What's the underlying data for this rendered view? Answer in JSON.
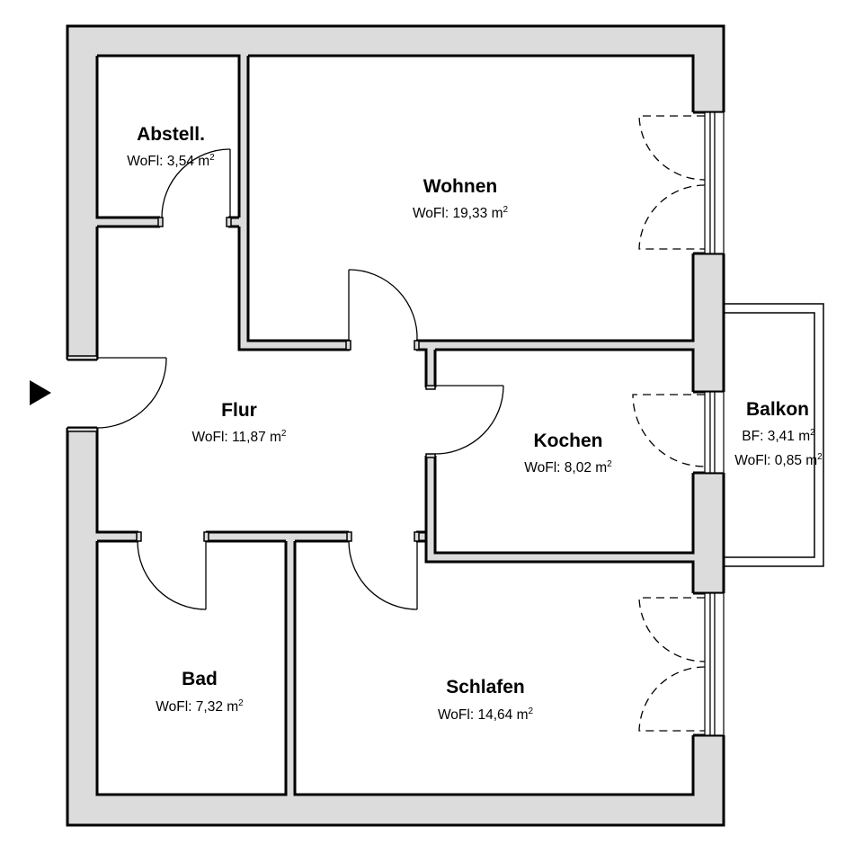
{
  "plan": {
    "entrance_marker": "entrance-arrow",
    "colors": {
      "wall_fill": "#dcdcdc",
      "line": "#000000",
      "background": "#ffffff"
    },
    "rooms": [
      {
        "id": "abstell",
        "name": "Abstell.",
        "area_prefix": "WoFl:",
        "area_value": "3,54 m",
        "unit_sup": "2"
      },
      {
        "id": "wohnen",
        "name": "Wohnen",
        "area_prefix": "WoFl:",
        "area_value": "19,33 m",
        "unit_sup": "2"
      },
      {
        "id": "flur",
        "name": "Flur",
        "area_prefix": "WoFl:",
        "area_value": "11,87 m",
        "unit_sup": "2"
      },
      {
        "id": "kochen",
        "name": "Kochen",
        "area_prefix": "WoFl:",
        "area_value": "8,02 m",
        "unit_sup": "2"
      },
      {
        "id": "bad",
        "name": "Bad",
        "area_prefix": "WoFl:",
        "area_value": "7,32 m",
        "unit_sup": "2"
      },
      {
        "id": "schlafen",
        "name": "Schlafen",
        "area_prefix": "WoFl:",
        "area_value": "14,64 m",
        "unit_sup": "2"
      },
      {
        "id": "balkon",
        "name": "Balkon",
        "area_prefix": "WoFl:",
        "area_value": "0,85 m",
        "unit_sup": "2",
        "bf_prefix": "BF:",
        "bf_value": "3,41 m",
        "bf_sup": "2"
      }
    ]
  }
}
